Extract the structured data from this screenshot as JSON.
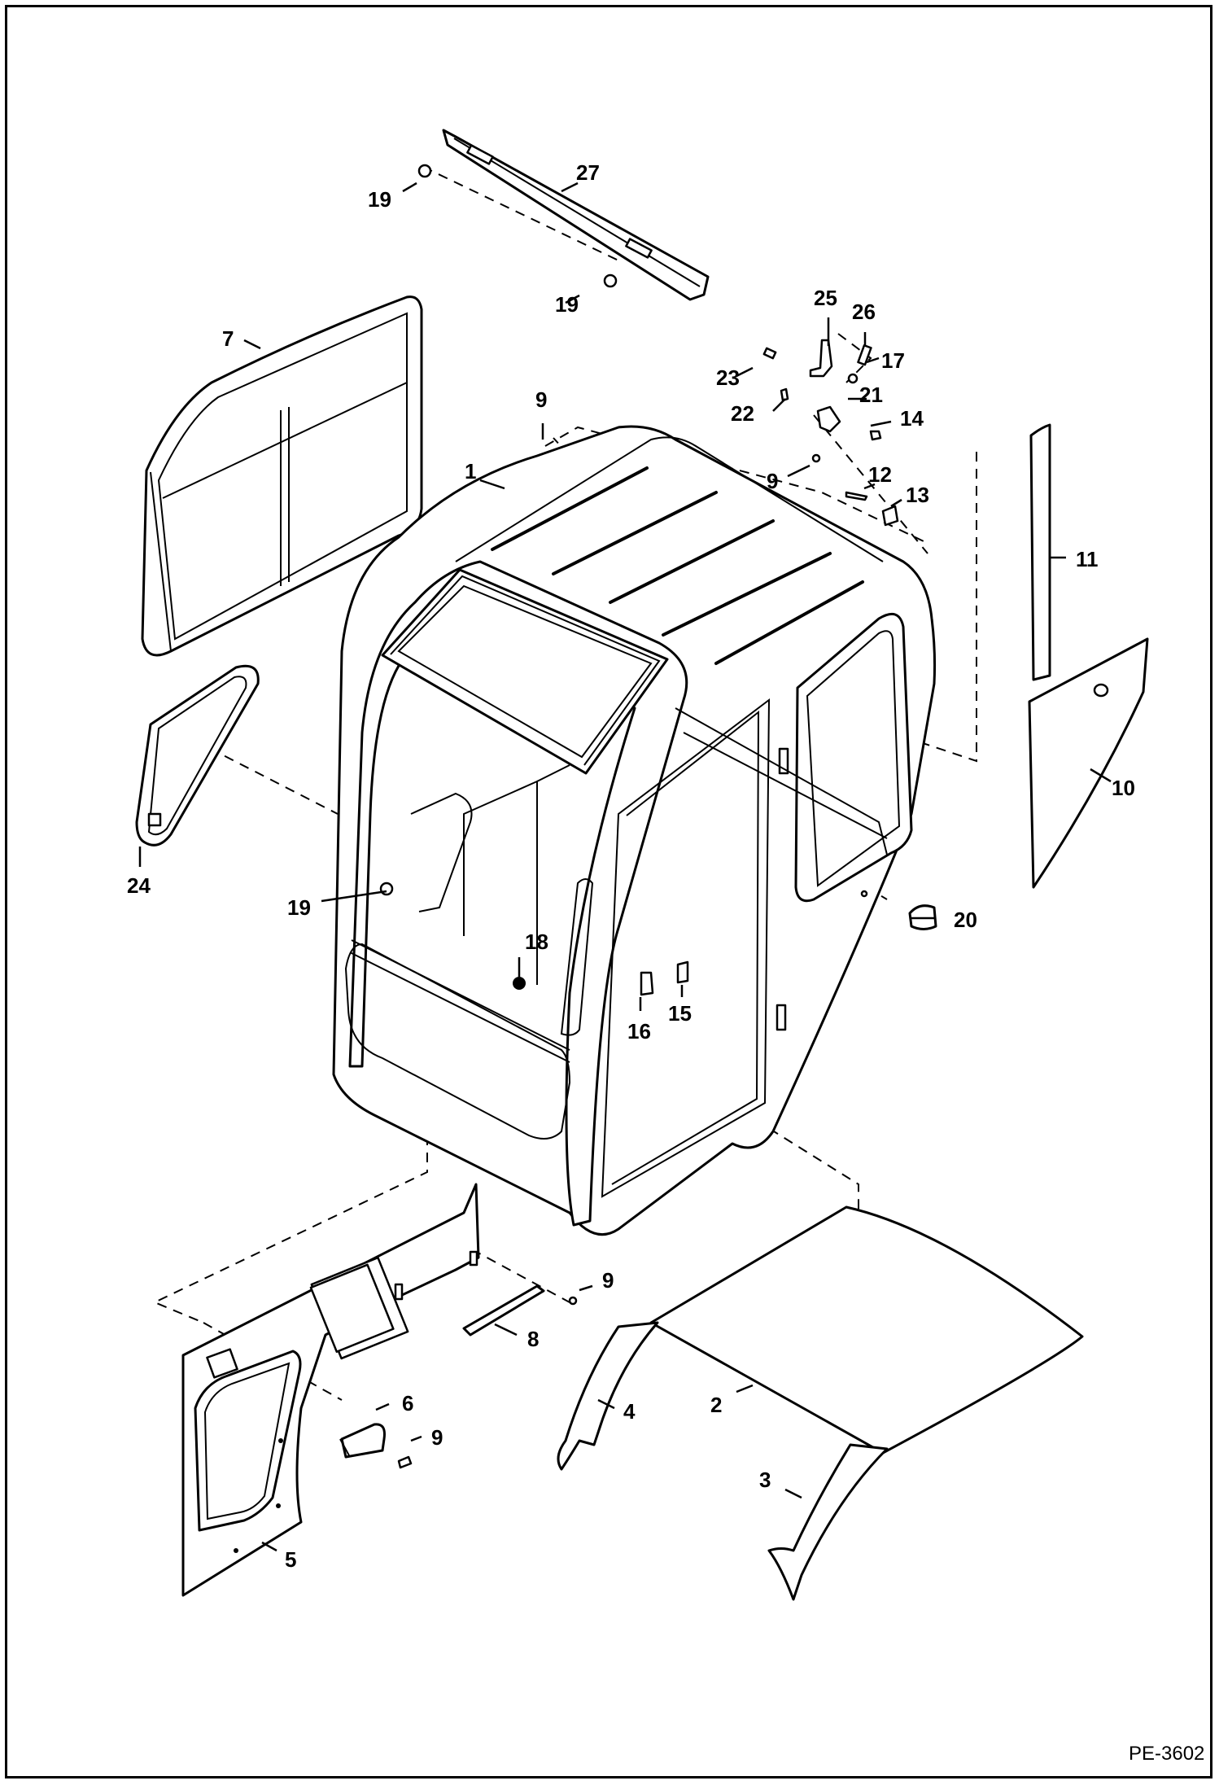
{
  "document_id": "PE-3602",
  "callouts": [
    {
      "id": "c27",
      "text": "27"
    },
    {
      "id": "c19a",
      "text": "19"
    },
    {
      "id": "c19b",
      "text": "19"
    },
    {
      "id": "c7",
      "text": "7"
    },
    {
      "id": "c25",
      "text": "25"
    },
    {
      "id": "c26",
      "text": "26"
    },
    {
      "id": "c23",
      "text": "23"
    },
    {
      "id": "c17",
      "text": "17"
    },
    {
      "id": "c22",
      "text": "22"
    },
    {
      "id": "c21",
      "text": "21"
    },
    {
      "id": "c9a",
      "text": "9"
    },
    {
      "id": "c14",
      "text": "14"
    },
    {
      "id": "c1",
      "text": "1"
    },
    {
      "id": "c9b",
      "text": "9"
    },
    {
      "id": "c12",
      "text": "12"
    },
    {
      "id": "c13",
      "text": "13"
    },
    {
      "id": "c11",
      "text": "11"
    },
    {
      "id": "c24",
      "text": "24"
    },
    {
      "id": "c10",
      "text": "10"
    },
    {
      "id": "c19c",
      "text": "19"
    },
    {
      "id": "c20",
      "text": "20"
    },
    {
      "id": "c18",
      "text": "18"
    },
    {
      "id": "c15",
      "text": "15"
    },
    {
      "id": "c16",
      "text": "16"
    },
    {
      "id": "c9c",
      "text": "9"
    },
    {
      "id": "c8",
      "text": "8"
    },
    {
      "id": "c6",
      "text": "6"
    },
    {
      "id": "c9d",
      "text": "9"
    },
    {
      "id": "c4",
      "text": "4"
    },
    {
      "id": "c2",
      "text": "2"
    },
    {
      "id": "c3",
      "text": "3"
    },
    {
      "id": "c5",
      "text": "5"
    }
  ]
}
